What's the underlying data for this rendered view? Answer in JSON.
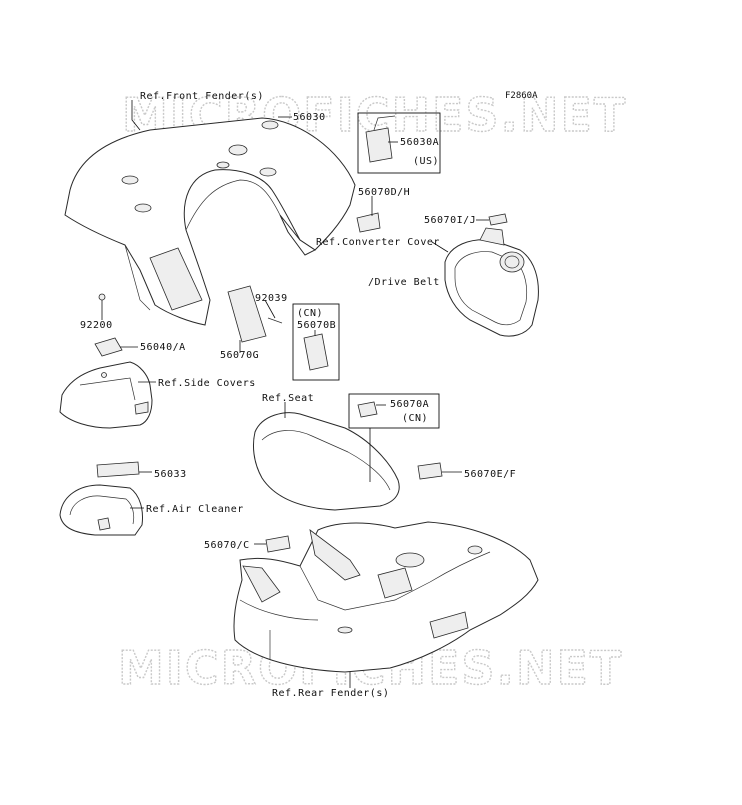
{
  "diagram": {
    "code": "F2860A",
    "watermark": "MICROFICHES.NET"
  },
  "labels": {
    "front_fender": "Ref.Front Fender(s)",
    "p56030": "56030",
    "p56030A": "56030A",
    "us": "(US)",
    "p56070DH": "56070D/H",
    "p56070IJ": "56070I/J",
    "converter_cover_1": "Ref.Converter Cover",
    "converter_cover_2": "/Drive Belt",
    "p92039": "92039",
    "cn_1": "(CN)",
    "p56070B": "56070B",
    "p92200": "92200",
    "p56040A": "56040/A",
    "p56070G": "56070G",
    "side_covers": "Ref.Side Covers",
    "seat": "Ref.Seat",
    "p56070A": "56070A",
    "cn_2": "(CN)",
    "p56033": "56033",
    "air_cleaner": "Ref.Air Cleaner",
    "p56070EF": "56070E/F",
    "p56070C": "56070/C",
    "rear_fender": "Ref.Rear Fender(s)"
  }
}
